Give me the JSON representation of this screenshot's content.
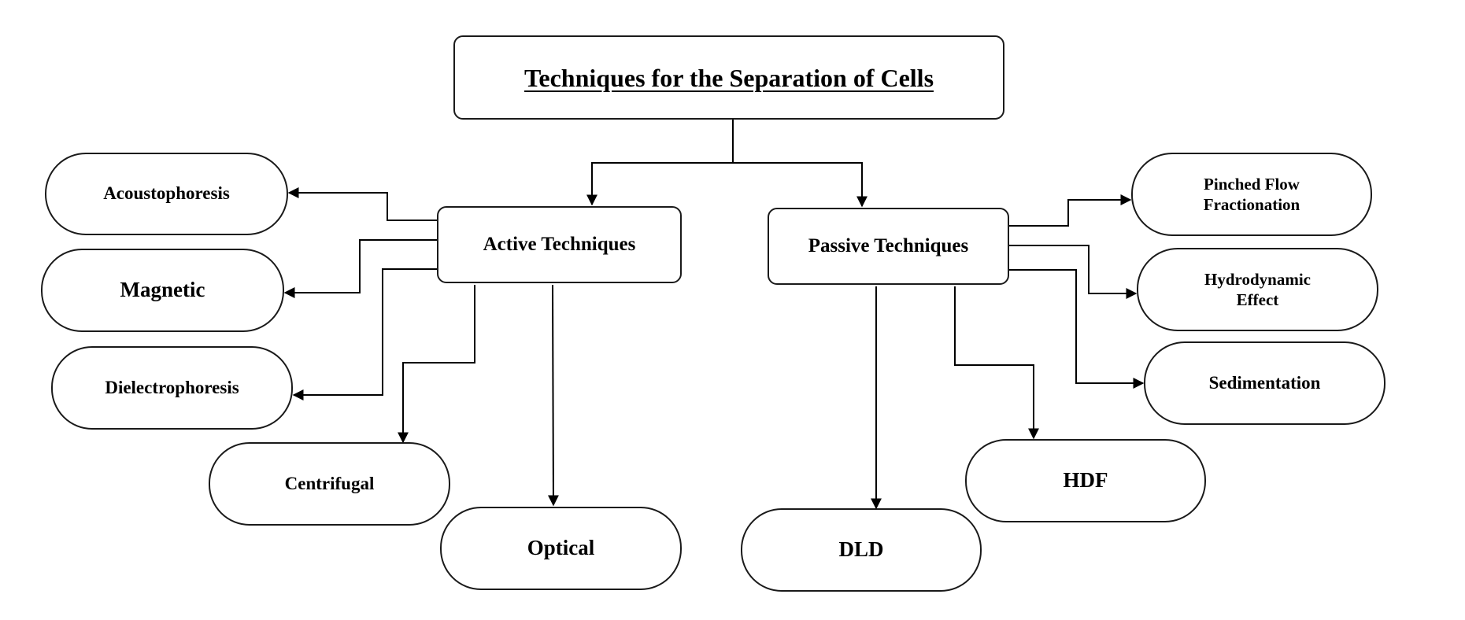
{
  "title": "Techniques for the Separation of Cells",
  "active": {
    "label": "Active Techniques",
    "children": {
      "acoustophoresis": "Acoustophoresis",
      "magnetic": "Magnetic",
      "dielectrophoresis": "Dielectrophoresis",
      "centrifugal": "Centrifugal",
      "optical": "Optical"
    }
  },
  "passive": {
    "label": "Passive Techniques",
    "children": {
      "pinched_line1": "Pinched Flow",
      "pinched_line2": "Fractionation",
      "hydro_line1": "Hydrodynamic",
      "hydro_line2": "Effect",
      "sedimentation": "Sedimentation",
      "hdf": "HDF",
      "dld": "DLD"
    }
  }
}
